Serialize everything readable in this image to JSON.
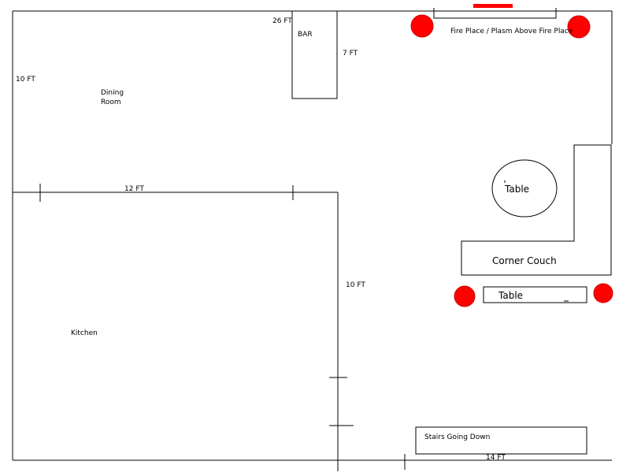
{
  "labels": {
    "bar": "BAR",
    "dim_26ft": "26 FT",
    "dim_7ft": "7 FT",
    "dim_10ft_left": "10 FT",
    "dining_line1": "Dining",
    "dining_line2": "Room",
    "fireplace": "Fire Place / Plasm Above Fire Place",
    "table_round": "Table",
    "dim_12ft": "12 FT",
    "corner_couch": "Corner Couch",
    "dim_10ft_mid": "10 FT",
    "table_rect": "Table",
    "kitchen": "Kitchen",
    "stairs": "Stairs Going Down",
    "dim_14ft": "14 FT"
  },
  "colors": {
    "line": "#000000",
    "marker": "#ff0000",
    "background": "#ffffff"
  }
}
